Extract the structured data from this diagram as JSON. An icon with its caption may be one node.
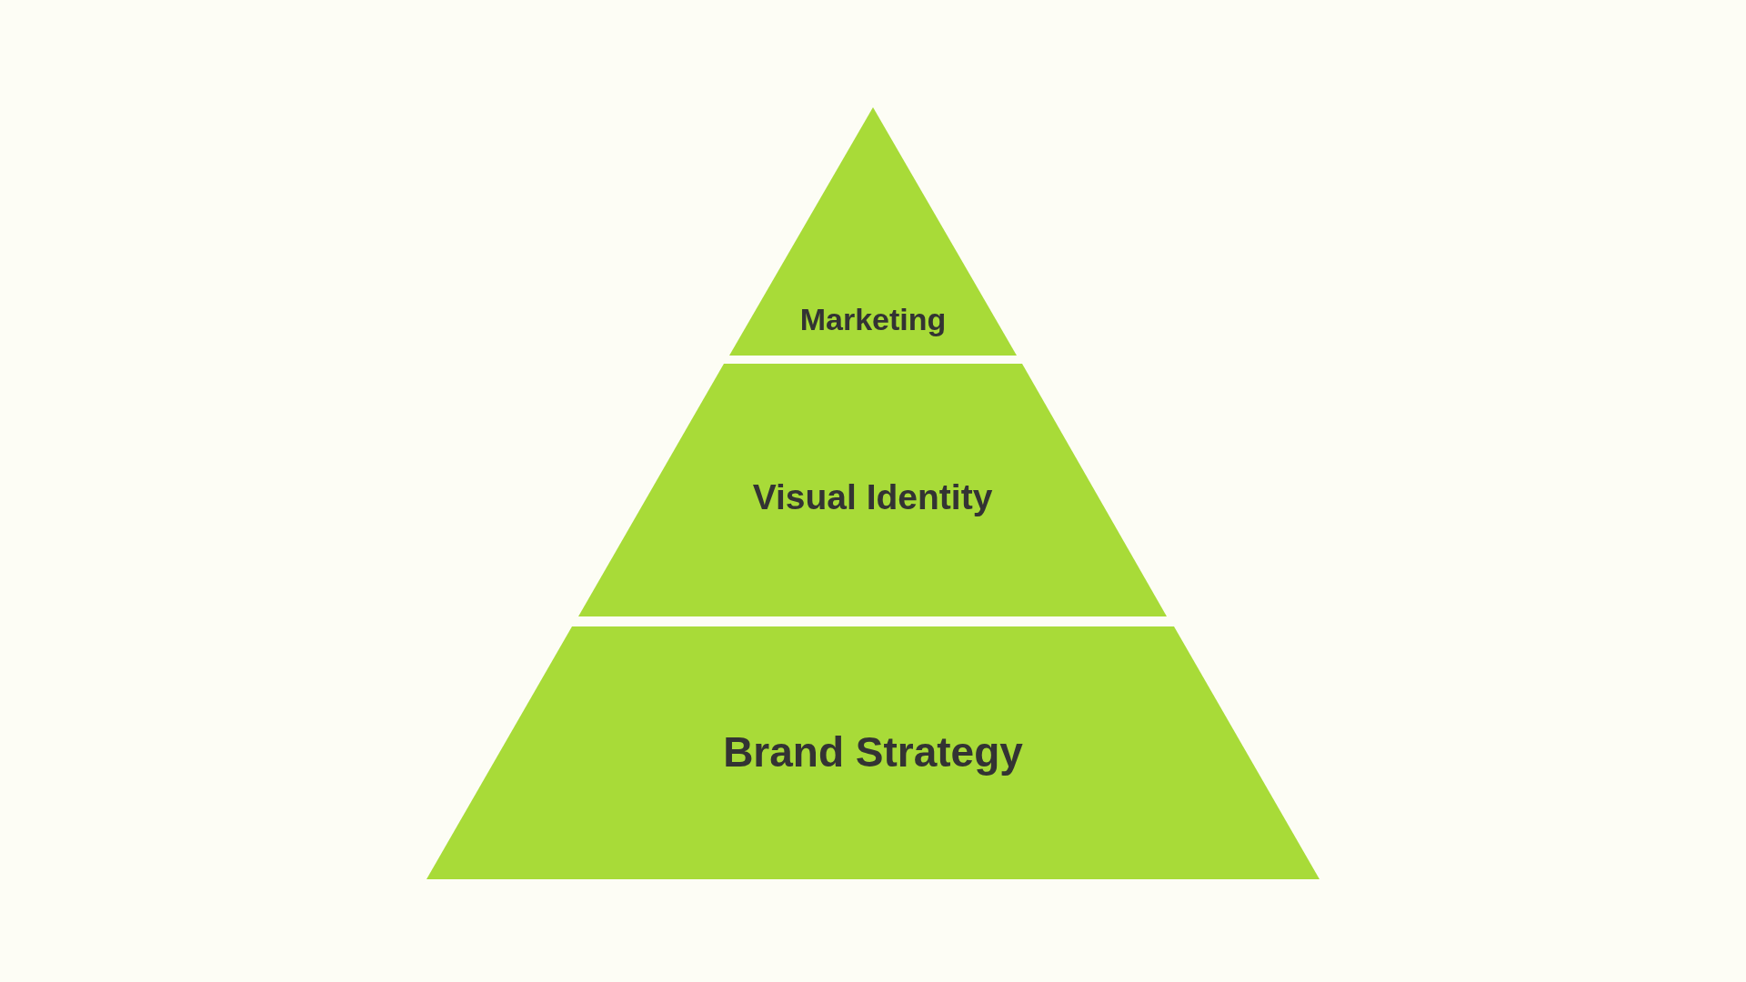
{
  "diagram": {
    "nodes": [
      {
        "text": [
          "Marketing"
        ]
      },
      {
        "text": [
          "Visual Identity"
        ]
      },
      {
        "text": [
          "Brand Strategy"
        ]
      }
    ]
  }
}
